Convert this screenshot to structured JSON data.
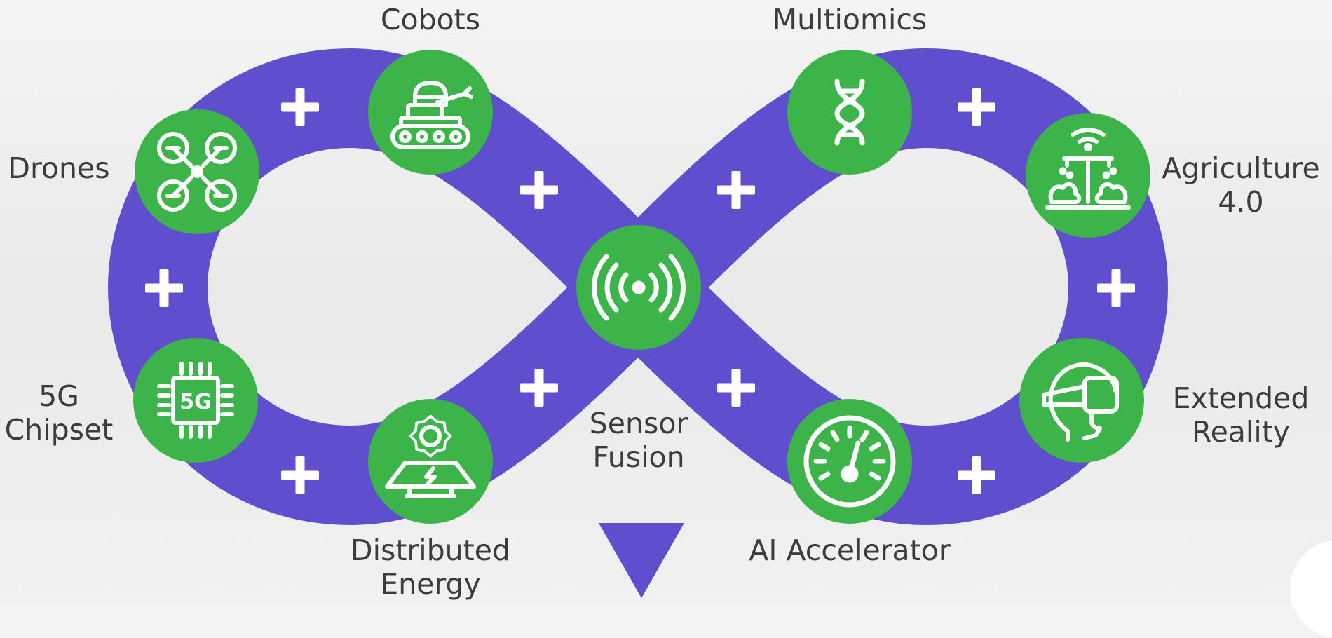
{
  "colors": {
    "loop": "#5f4fcf",
    "node": "#3cb44a",
    "icon": "#ffffff",
    "label": "#3c3c3c"
  },
  "nodes": [
    {
      "id": "cobots",
      "lines": [
        "Cobots"
      ],
      "icon": "robot-icon"
    },
    {
      "id": "multiomics",
      "lines": [
        "Multiomics"
      ],
      "icon": "dna-icon"
    },
    {
      "id": "drones",
      "lines": [
        "Drones"
      ],
      "icon": "drone-icon"
    },
    {
      "id": "agriculture",
      "lines": [
        "Agriculture",
        "4.0"
      ],
      "icon": "irrigation-icon"
    },
    {
      "id": "chipset",
      "lines": [
        "5G",
        "Chipset"
      ],
      "icon": "chip-icon",
      "chip_text": "5G"
    },
    {
      "id": "extended-reality",
      "lines": [
        "Extended",
        "Reality"
      ],
      "icon": "vr-headset-icon"
    },
    {
      "id": "sensor-fusion",
      "lines": [
        "Sensor",
        "Fusion"
      ],
      "icon": "signal-icon"
    },
    {
      "id": "distributed-energy",
      "lines": [
        "Distributed",
        "Energy"
      ],
      "icon": "solar-panel-icon"
    },
    {
      "id": "ai-accelerator",
      "lines": [
        "AI Accelerator"
      ],
      "icon": "speedometer-icon"
    }
  ],
  "connector_symbol": "+"
}
